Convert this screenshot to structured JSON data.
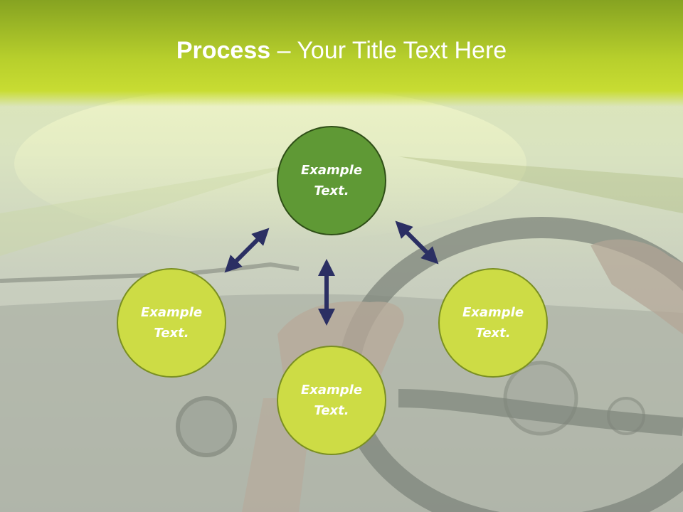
{
  "title": {
    "bold": "Process",
    "rest": " – Your Title Text Here"
  },
  "nodes": {
    "top": {
      "line1": "Example",
      "line2": "Text."
    },
    "left": {
      "line1": "Example",
      "line2": "Text."
    },
    "bottom": {
      "line1": "Example",
      "line2": "Text."
    },
    "right": {
      "line1": "Example",
      "line2": "Text."
    }
  },
  "colors": {
    "header": "#b7cf2c",
    "node_dark": "#5f9935",
    "node_light": "#cddc45",
    "arrow": "#2b2f63"
  },
  "icons": [
    "double-arrow-icon"
  ]
}
